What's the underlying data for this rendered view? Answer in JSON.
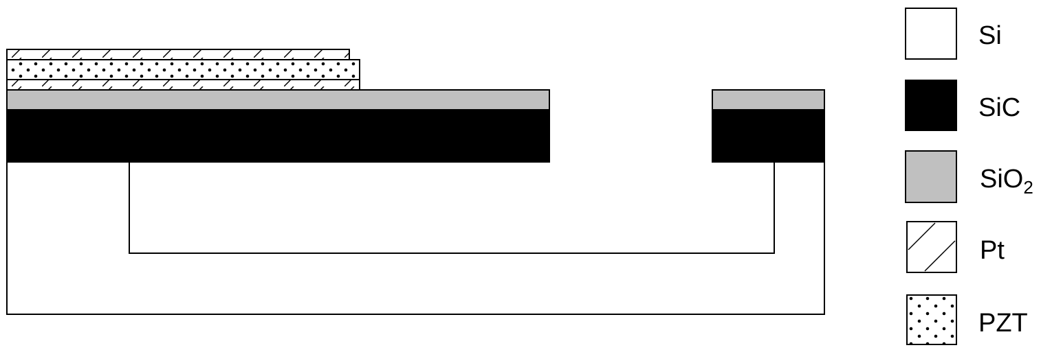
{
  "materials": {
    "si": {
      "label": "Si",
      "fill": "#ffffff"
    },
    "sic": {
      "label": "SiC",
      "fill": "#000000"
    },
    "sio2": {
      "label": "SiO",
      "subscript": "2",
      "fill": "#c0c0c0"
    },
    "pt": {
      "label": "Pt",
      "pattern": "diagonal-hatch",
      "fill": "#ffffff"
    },
    "pzt": {
      "label": "PZT",
      "pattern": "dots",
      "fill": "#ffffff"
    }
  },
  "colors": {
    "stroke": "#000000",
    "background": "#ffffff"
  }
}
